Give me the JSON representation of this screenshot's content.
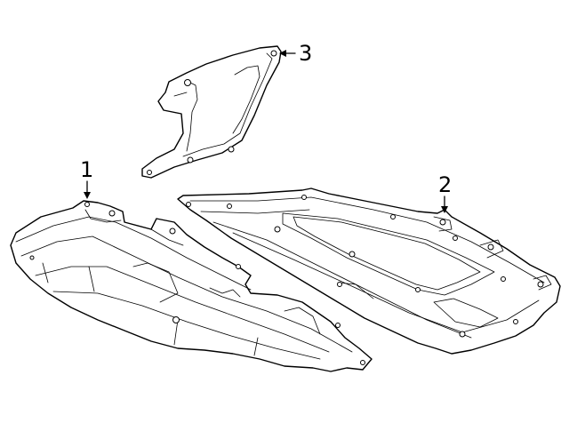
{
  "diagram": {
    "callouts": [
      {
        "id": "1",
        "label": "1"
      },
      {
        "id": "2",
        "label": "2"
      },
      {
        "id": "3",
        "label": "3"
      }
    ],
    "parts": [
      {
        "callout": "1",
        "icon": "front-underbody-shield-icon"
      },
      {
        "callout": "2",
        "icon": "rear-underbody-shield-icon"
      },
      {
        "callout": "3",
        "icon": "side-splash-shield-icon"
      }
    ],
    "line_color": "#000000",
    "background": "#ffffff"
  }
}
